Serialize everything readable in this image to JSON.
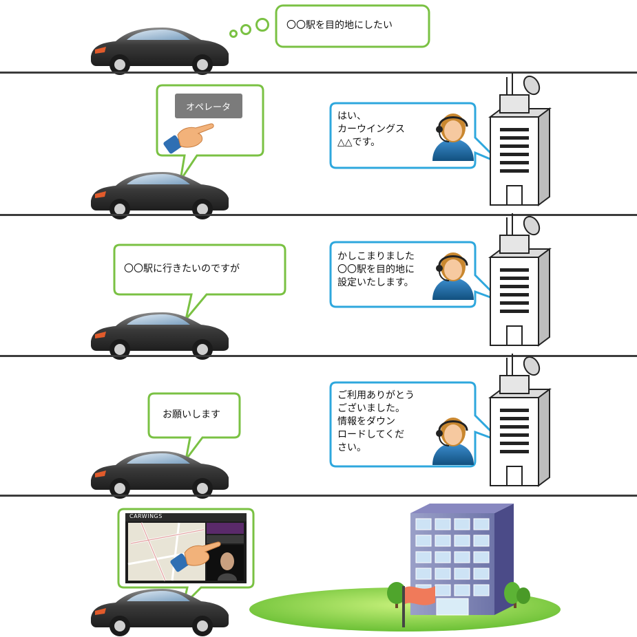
{
  "scene1": {
    "driver_thought": "〇〇駅を目的地にしたい"
  },
  "scene2": {
    "operator_button": "オペレータ",
    "operator_speech": "はい、\nカーウイングス\n△△です。"
  },
  "scene3": {
    "driver_speech": "〇〇駅に行きたいのですが",
    "operator_speech": "かしこまりました\n〇〇駅を目的地に\n設定いたします。"
  },
  "scene4": {
    "driver_speech": "お願いします",
    "operator_speech": "ご利用ありがとう\nございました。\n情報をダウン\nロードしてくだ\nさい。"
  },
  "scene5": {
    "screen_title": "CARWINGS"
  },
  "colors": {
    "driver_bubble": "#7ac143",
    "operator_bubble": "#2ea7dd",
    "divider": "#3b3b3b",
    "car_body": "#444444",
    "building_facade": "#6a6aa8",
    "lawn": "#7cc82e"
  }
}
